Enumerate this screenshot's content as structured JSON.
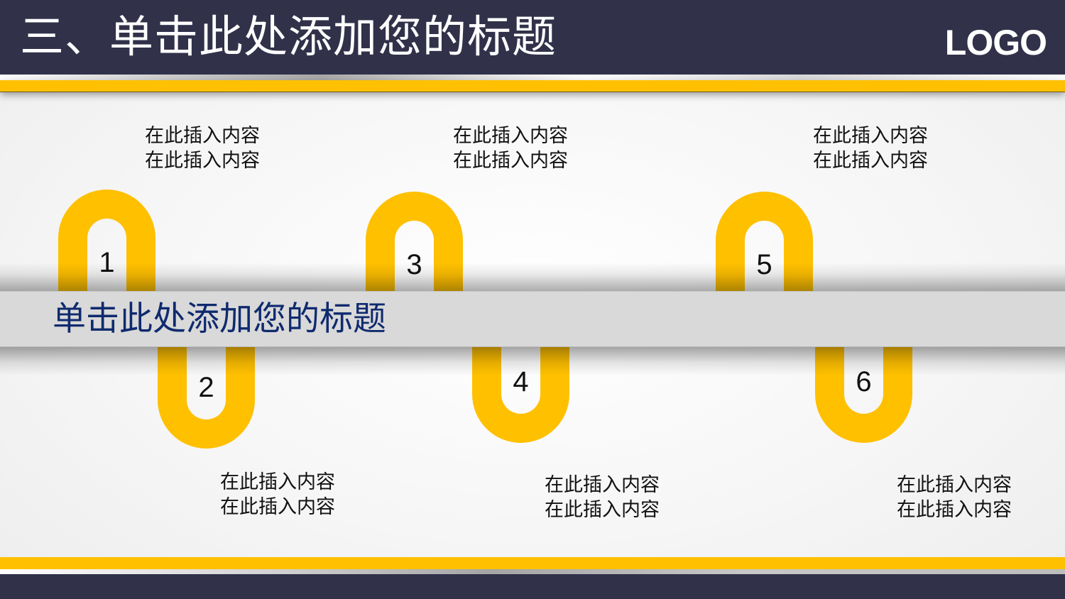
{
  "header": {
    "title": "三、单击此处添加您的标题",
    "logo": "LOGO"
  },
  "band": {
    "title": "单击此处添加您的标题"
  },
  "steps": [
    {
      "number": "1",
      "position": "top",
      "lines": [
        "在此插入内容",
        "在此插入内容"
      ]
    },
    {
      "number": "2",
      "position": "bottom",
      "lines": [
        "在此插入内容",
        "在此插入内容"
      ]
    },
    {
      "number": "3",
      "position": "top",
      "lines": [
        "在此插入内容",
        "在此插入内容"
      ]
    },
    {
      "number": "4",
      "position": "bottom",
      "lines": [
        "在此插入内容",
        "在此插入内容"
      ]
    },
    {
      "number": "5",
      "position": "top",
      "lines": [
        "在此插入内容",
        "在此插入内容"
      ]
    },
    {
      "number": "6",
      "position": "bottom",
      "lines": [
        "在此插入内容",
        "在此插入内容"
      ]
    }
  ],
  "colors": {
    "header_bg": "#31314a",
    "accent_yellow": "#ffc000",
    "band_bg": "#d9d9d9",
    "band_title": "#0f2a6e"
  }
}
